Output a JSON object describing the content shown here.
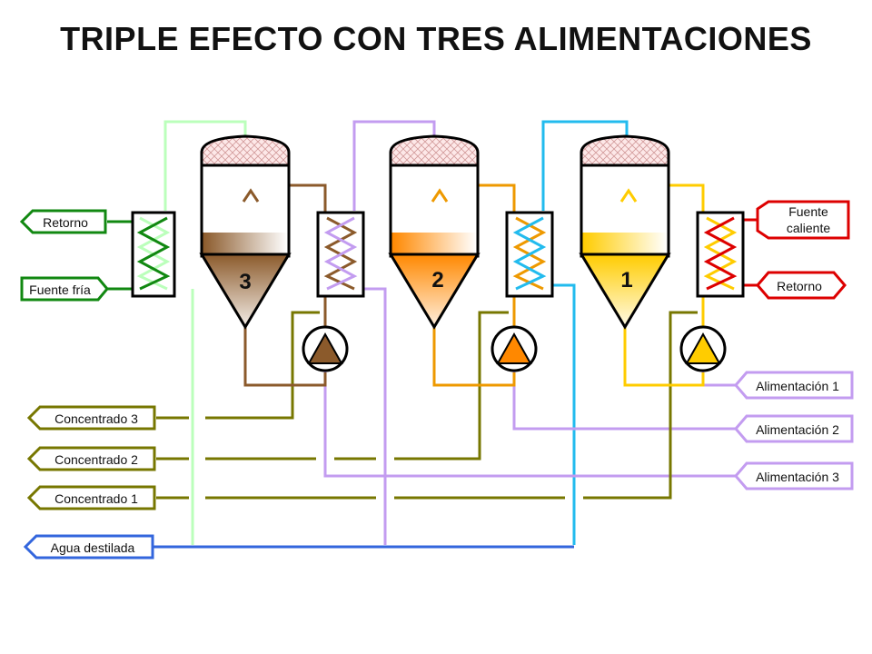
{
  "title": "TRIPLE EFECTO CON TRES ALIMENTACIONES",
  "effects": [
    {
      "number": "3",
      "color": "#8b5a2b"
    },
    {
      "number": "2",
      "color": "#ff8800"
    },
    {
      "number": "1",
      "color": "#ffcc00"
    }
  ],
  "labels": {
    "retorno_left": "Retorno",
    "fuente_fria": "Fuente fría",
    "fuente_caliente_1": "Fuente",
    "fuente_caliente_2": "caliente",
    "retorno_right": "Retorno",
    "concentrado_3": "Concentrado 3",
    "concentrado_2": "Concentrado 2",
    "concentrado_1": "Concentrado 1",
    "agua_destilada": "Agua destilada",
    "alimentacion_1": "Alimentación 1",
    "alimentacion_2": "Alimentación 2",
    "alimentacion_3": "Alimentación 3"
  },
  "colors": {
    "green": "#118811",
    "light_green": "#bbffbb",
    "olive": "#777700",
    "violet": "#c39cf0",
    "cyan": "#22bbee",
    "blue": "#3366dd",
    "red": "#dd0000",
    "brown": "#8b5a2b",
    "orange": "#ee9900",
    "yellow": "#ffcc00"
  }
}
